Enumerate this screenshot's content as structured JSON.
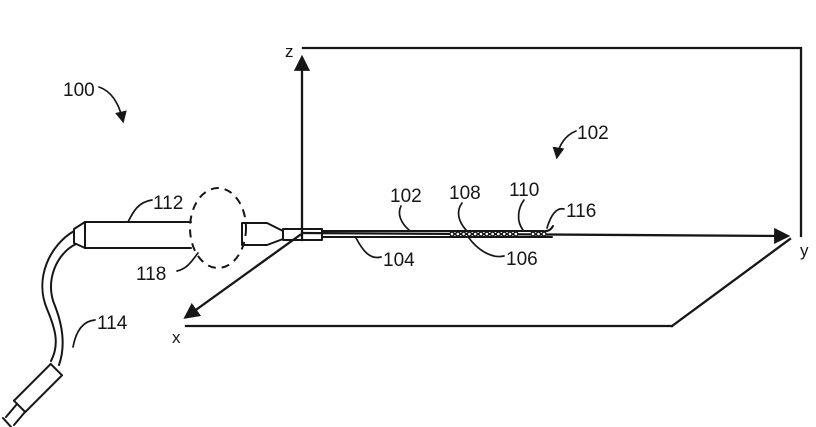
{
  "figure": {
    "type": "patent-line-drawing",
    "background_color": "#ffffff",
    "line_color": "#161616",
    "axes": {
      "x_label": "x",
      "y_label": "y",
      "z_label": "z"
    },
    "reference_numerals": {
      "assembly": "100",
      "probe_arrow": "102",
      "shaft_segment": "102",
      "shaft": "104",
      "elements": "106",
      "element_group_a": "108",
      "element_group_b": "110",
      "handle": "112",
      "cable": "114",
      "tip": "116",
      "handle_neck": "118"
    }
  }
}
